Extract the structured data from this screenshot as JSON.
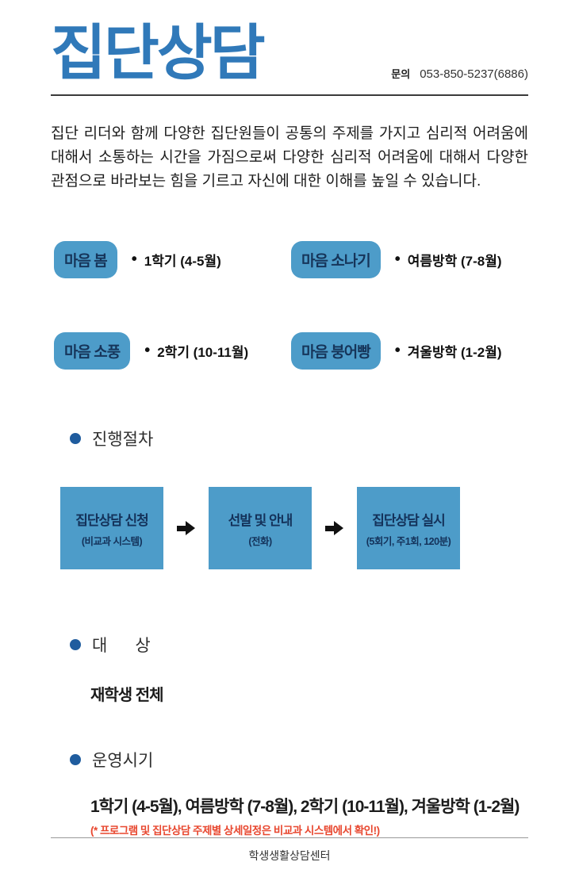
{
  "header": {
    "title": "집단상담",
    "contact_label": "문의",
    "contact_number": "053-850-5237(6886)"
  },
  "intro": "집단 리더와 함께 다양한 집단원들이 공통의 주제를 가지고 심리적 어려움에 대해서 소통하는 시간을 가짐으로써 다양한 심리적 어려움에 대해서 다양한 관점으로 바라보는 힘을 기르고 자신에 대한 이해를 높일 수 있습니다.",
  "programs": [
    {
      "badge": "마음 봄",
      "period": "1학기 (4-5월)"
    },
    {
      "badge": "마음 소나기",
      "period": "여름방학 (7-8월)"
    },
    {
      "badge": "마음 소풍",
      "period": "2학기 (10-11월)"
    },
    {
      "badge": "마음 붕어빵",
      "period": "겨울방학 (1-2월)"
    }
  ],
  "procedure": {
    "heading": "진행절차",
    "steps": [
      {
        "title": "집단상담 신청",
        "subtitle": "(비교과 시스템)"
      },
      {
        "title": "선발 및 안내",
        "subtitle": "(전화)"
      },
      {
        "title": "집단상담 실시",
        "subtitle": "(5회기, 주1회, 120분)"
      }
    ]
  },
  "target": {
    "heading": "대      상",
    "content": "재학생 전체"
  },
  "schedule": {
    "heading": "운영시기",
    "content": "1학기 (4-5월), 여름방학 (7-8월), 2학기 (10-11월), 겨울방학 (1-2월)",
    "note": "(* 프로그램 및 집단상담 주제별 상세일정은 비교과 시스템에서 확인!)"
  },
  "footer": "학생생활상담센터",
  "colors": {
    "title_blue": "#3079b9",
    "badge_blue": "#4d9cc9",
    "badge_text_navy": "#16355a",
    "section_dot_blue": "#1f5c9e",
    "note_red": "#e8472f"
  }
}
